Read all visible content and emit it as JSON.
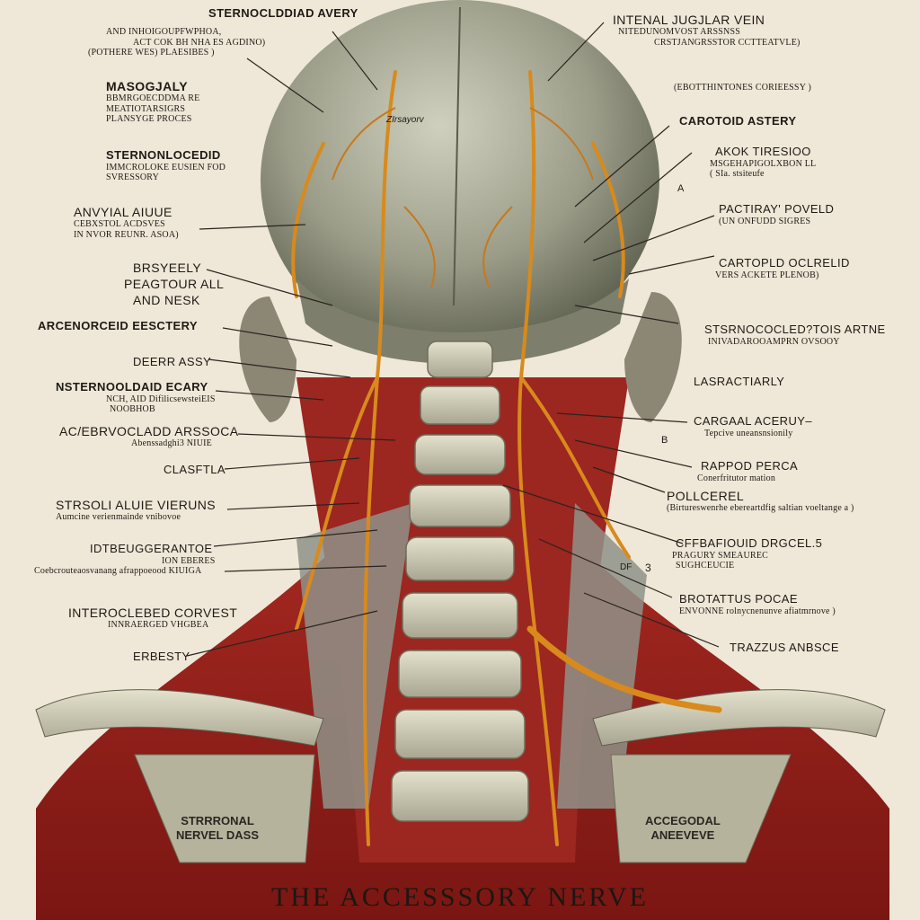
{
  "title": "THE ACCESSSORY NERVE",
  "labels_left": [
    {
      "t": "STERNOCLDDIAD AVERY",
      "s": [
        "AND INHOIGOUPFWPHOA,",
        "ACT COK BH NHA ES AGDINO)",
        "(POTHERE WES) PLAESIBES )"
      ]
    },
    {
      "t": "MASOGJALY",
      "s": [
        "BBMRGOECDDMA RE",
        "MEATIOTARSIGRS",
        "PLANSYGE PROCES"
      ]
    },
    {
      "t": "STERNONLOCEDID",
      "s": [
        "IMMCROLOKE EUSIEN FOD",
        "SVRESSORY"
      ]
    },
    {
      "t": "ANVYIAL AIUUE",
      "s": [
        "CEBXSTOL ACDSVES",
        "IN NVOR REUNR. ASOA)"
      ]
    },
    {
      "t": "BRSYEELY",
      "s": []
    },
    {
      "t": "PEAGTOUR ALL",
      "s": []
    },
    {
      "t": "AND NESK",
      "s": []
    },
    {
      "t": "ARCENORCEID EESCTERY",
      "s": []
    },
    {
      "t": "DEERR ASSY",
      "s": []
    },
    {
      "t": "NSTERNOOLDAID ECARY",
      "s": [
        "NCH, AID DifilicsewsteiEIS",
        "NOOBHOB"
      ]
    },
    {
      "t": "AC/EBRVOCLADD ARSSOCA",
      "s": [
        "Abenssadghi3 NIUIE"
      ]
    },
    {
      "t": "CLASFTLA",
      "s": []
    },
    {
      "t": "STRSOLI ALUIE VIERUNS",
      "s": [
        "Aumcine verienmainde vnibovoe"
      ]
    },
    {
      "t": "IDTBEUGGERANTOE",
      "s": [
        "ION EBERES",
        "Coebcrouteaosvanang afrappoeood KIUIGA"
      ]
    },
    {
      "t": "INTEROCLEBED CORVEST",
      "s": [
        "INNRAERGED VHGBEA"
      ]
    },
    {
      "t": "ERBESTY",
      "s": []
    }
  ],
  "labels_right": [
    {
      "t": "INTENAL JUGJLAR VEIN",
      "s": [
        "NITEDUNOMVOST ARSSNSS",
        "CRSTJANGRSSTOR CCTTEATVLE)"
      ]
    },
    {
      "t": "",
      "s": [
        "(EBOTTHINTONES CORIEESSY )"
      ]
    },
    {
      "t": "CAROTOID ASTERY",
      "s": []
    },
    {
      "t": "AKOK TIRESIOO",
      "s": [
        "MSGEHAPIGOLXBON LL",
        "( SIa. stsiteufe"
      ]
    },
    {
      "t": "PACTIRAY' POVELD",
      "s": [
        "(UN ONFUDD SIGRES"
      ]
    },
    {
      "t": "CARTOPLD OCLRELID",
      "s": [
        "VERS ACKETE PLENOB)"
      ]
    },
    {
      "t": "STSRNOCOCLED?TOIS ARTNE",
      "s": [
        "INIVADAROOAMPRN OVSOOY"
      ]
    },
    {
      "t": "LASRACTIARLY",
      "s": []
    },
    {
      "t": "CARGAAL ACERUY–",
      "s": [
        "Tepcive uneansnsionily"
      ]
    },
    {
      "t": "RAPPOD PERCA",
      "s": [
        "Conerfritutor mation"
      ]
    },
    {
      "t": "POLLCEREL",
      "s": [
        "(Birtureswenrhe ebereartdfig saltian voeltange a )"
      ]
    },
    {
      "t": "CFFBAFIOUID DRGCEL.5",
      "s": [
        "PRAGURY SMEAUREC",
        "SUGHCEUCIE"
      ]
    },
    {
      "t": "BROTATTUS POCAE",
      "s": [
        "ENVONNE rolnycnenunve afiatmrnove )"
      ]
    },
    {
      "t": "TRAZZUS ANBSCE",
      "s": []
    }
  ],
  "markers": [
    "A",
    "B",
    "3",
    "DF",
    "ZIrsayorv"
  ],
  "corner_left": [
    "STRRRONAL",
    "NERVEL DASS"
  ],
  "corner_right": [
    "ACCEGODAL",
    "ANEEVEVE"
  ]
}
